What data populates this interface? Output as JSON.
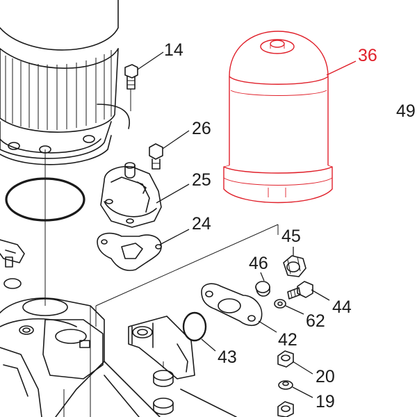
{
  "diagram": {
    "accent_color": "#e0202a",
    "line_color": "#1a1a1a",
    "callouts": [
      {
        "id": "36",
        "label": "36",
        "highlighted": true
      },
      {
        "id": "14",
        "label": "14"
      },
      {
        "id": "26",
        "label": "26"
      },
      {
        "id": "25",
        "label": "25"
      },
      {
        "id": "24",
        "label": "24"
      },
      {
        "id": "49",
        "label": "49"
      },
      {
        "id": "45",
        "label": "45"
      },
      {
        "id": "46",
        "label": "46"
      },
      {
        "id": "44",
        "label": "44"
      },
      {
        "id": "62",
        "label": "62"
      },
      {
        "id": "42",
        "label": "42"
      },
      {
        "id": "43",
        "label": "43"
      },
      {
        "id": "20",
        "label": "20"
      },
      {
        "id": "19",
        "label": "19"
      }
    ]
  }
}
